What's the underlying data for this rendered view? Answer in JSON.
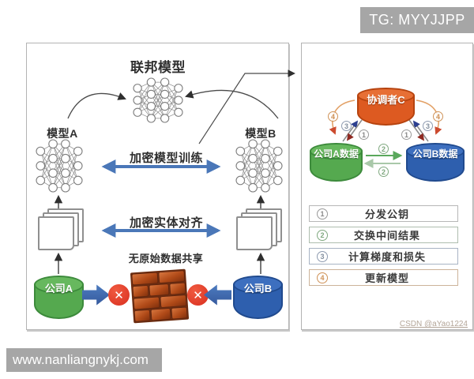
{
  "watermarks": {
    "tg": "TG: MYYJJPP",
    "site": "www.nanliangnykj.com",
    "credit": "CSDN @aYao1224"
  },
  "left_panel": {
    "federated_model": "联邦模型",
    "model_a": "模型A",
    "model_b": "模型B",
    "encrypted_training": "加密模型训练",
    "encrypted_alignment": "加密实体对齐",
    "no_raw_sharing": "无原始数据共享",
    "company_a": "公司A",
    "company_b": "公司B"
  },
  "right_panel": {
    "coordinator": "协调者C",
    "company_a_data": "公司A数据",
    "company_b_data": "公司B数据",
    "markers": {
      "m1": "1",
      "m2": "2",
      "m3": "3",
      "m4": "4"
    },
    "legend": [
      {
        "num": "1",
        "label": "分发公钥"
      },
      {
        "num": "2",
        "label": "交换中间结果"
      },
      {
        "num": "3",
        "label": "计算梯度和损失"
      },
      {
        "num": "4",
        "label": "更新模型"
      }
    ]
  },
  "colors": {
    "company_green": "#55a94f",
    "company_blue": "#2e5fae",
    "coordinator_orange": "#dd5a21",
    "arrow_blue": "#4a77b8",
    "block_x_red": "#e03020",
    "firewall_brick": "#c05a26",
    "watermark_gray": "#a6a6a6"
  }
}
